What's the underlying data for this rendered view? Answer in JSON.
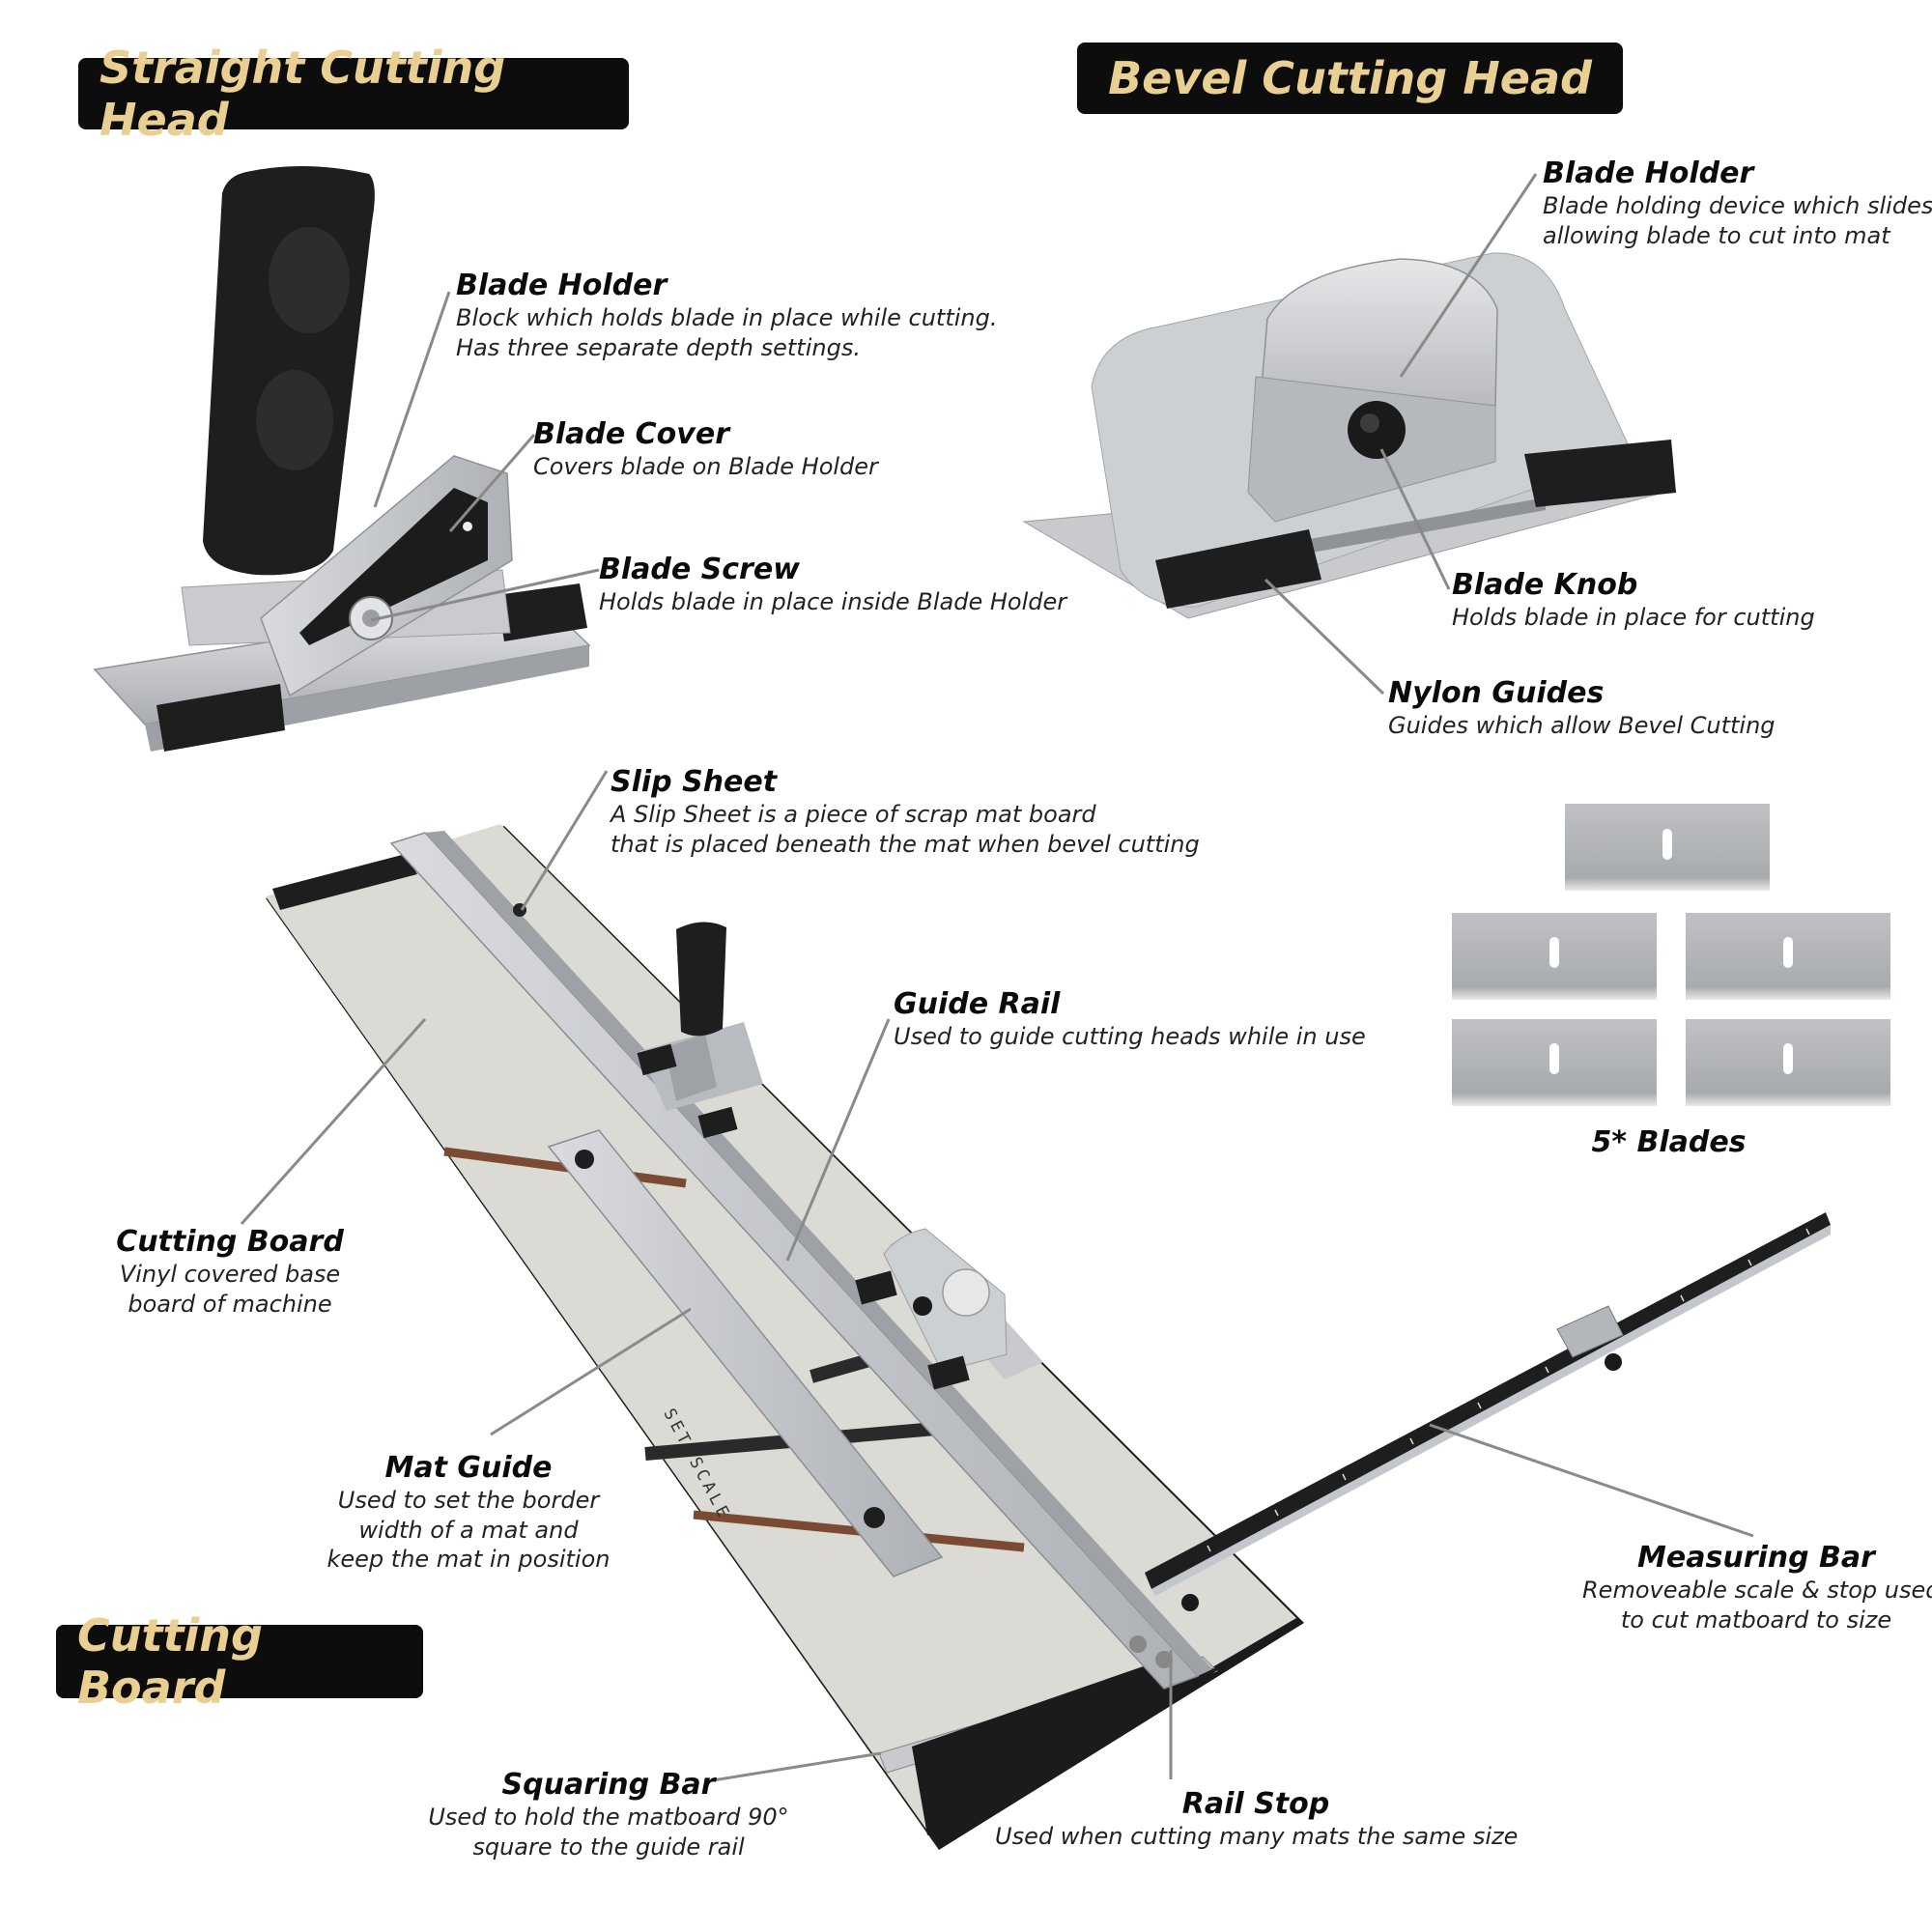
{
  "badges": {
    "straight": "Straight Cutting Head",
    "bevel": "Bevel Cutting Head",
    "board": "Cutting Board"
  },
  "straight_head": {
    "blade_holder": {
      "title": "Blade Holder",
      "line1": "Block which holds blade in place while cutting.",
      "line2": "Has three separate depth settings."
    },
    "blade_cover": {
      "title": "Blade Cover",
      "line1": "Covers blade on Blade Holder"
    },
    "blade_screw": {
      "title": "Blade Screw",
      "line1": "Holds blade in place inside Blade Holder"
    }
  },
  "bevel_head": {
    "blade_holder": {
      "title": "Blade Holder",
      "line1": "Blade holding device which slides,",
      "line2": "allowing blade to cut into mat"
    },
    "blade_knob": {
      "title": "Blade Knob",
      "line1": "Holds blade in place for cutting"
    },
    "nylon_guides": {
      "title": "Nylon Guides",
      "line1": "Guides which allow Bevel Cutting"
    }
  },
  "board": {
    "slip_sheet": {
      "title": "Slip Sheet",
      "line1": "A Slip Sheet is a piece of scrap mat board",
      "line2": "that is placed beneath the mat when bevel cutting"
    },
    "guide_rail": {
      "title": "Guide Rail",
      "line1": "Used to guide cutting heads while in use"
    },
    "cutting_board": {
      "title": "Cutting Board",
      "line1": "Vinyl covered base",
      "line2": "board of machine"
    },
    "mat_guide": {
      "title": "Mat Guide",
      "line1": "Used to set the border",
      "line2": "width of a mat and",
      "line3": "keep the mat in position"
    },
    "measuring_bar": {
      "title": "Measuring Bar",
      "line1": "Removeable scale & stop used",
      "line2": "to cut matboard to size"
    },
    "squaring_bar": {
      "title": "Squaring Bar",
      "line1": "Used to hold the matboard 90°",
      "line2": "square to the guide rail"
    },
    "rail_stop": {
      "title": "Rail Stop",
      "line1": "Used when cutting many mats the same size"
    },
    "mat_guide_print": "SET SCALE"
  },
  "blades": {
    "label": "5* Blades",
    "count": 5
  },
  "colors": {
    "badge_bg": "#0d0d0d",
    "badge_text": "#e9cf92",
    "aluminum": "#c3c6ca",
    "board_surface": "#dcdad5",
    "rubber": "#1e1e1e",
    "leader": "#8a8a8a"
  }
}
